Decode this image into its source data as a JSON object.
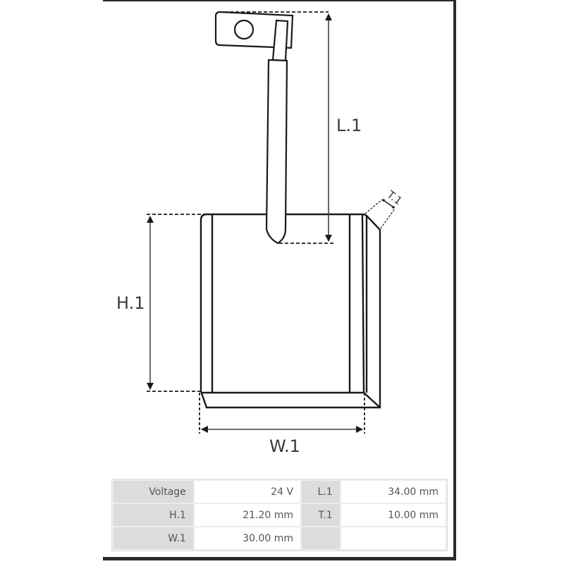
{
  "diagram": {
    "subject": "carbon-brush-technical-drawing",
    "dimension_labels": {
      "length": "L.1",
      "height": "H.1",
      "width": "W.1",
      "thickness": "T.1"
    }
  },
  "specs_table": {
    "rows": [
      [
        {
          "label": "Voltage",
          "value": "24 V"
        },
        {
          "label": "L.1",
          "value": "34.00 mm"
        }
      ],
      [
        {
          "label": "H.1",
          "value": "21.20 mm"
        },
        {
          "label": "T.1",
          "value": "10.00 mm"
        }
      ],
      [
        {
          "label": "W.1",
          "value": "30.00 mm"
        },
        {
          "label": "",
          "value": ""
        }
      ]
    ]
  },
  "colors": {
    "line": "#1a1a1a",
    "dimension_text": "#3a3a3a",
    "table_label_bg": "#dcdcdc",
    "table_value_bg": "#ffffff",
    "frame": "#2b2b2b"
  }
}
